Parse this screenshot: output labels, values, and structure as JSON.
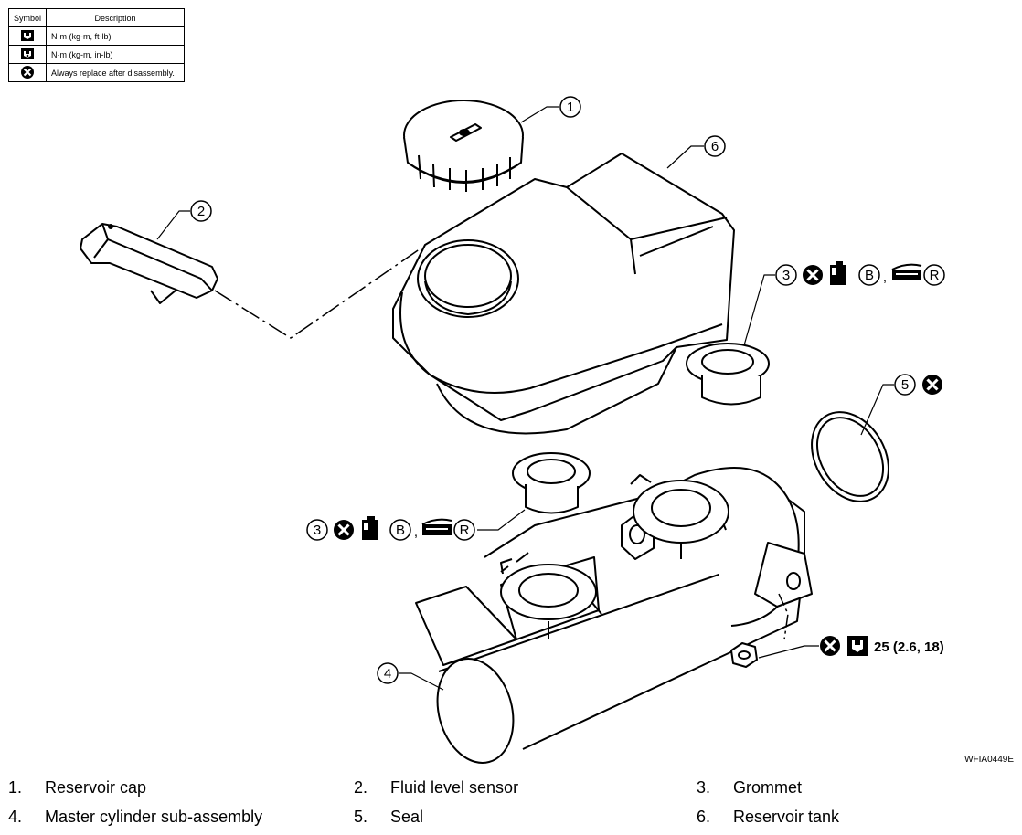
{
  "legend": {
    "header_symbol": "Symbol",
    "header_description": "Description",
    "rows": [
      {
        "icon": "torque-wrench-icon",
        "description": "N·m (kg-m, ft-lb)"
      },
      {
        "icon": "torque-wrench-inlb-icon",
        "description": "N·m (kg-m, in-lb)"
      },
      {
        "icon": "replace-x-icon",
        "description": "Always replace after disassembly."
      }
    ]
  },
  "callouts": {
    "c1": "1",
    "c2": "2",
    "c3a": "3",
    "c3b": "3",
    "c4": "4",
    "c5": "5",
    "c6": "6",
    "b_label": "B",
    "r_label": "R",
    "comma": ",",
    "torque_spec": "25 (2.6, 18)"
  },
  "figure_code": "WFIA0449E",
  "parts": [
    {
      "num": "1.",
      "name": "Reservoir cap"
    },
    {
      "num": "2.",
      "name": "Fluid level sensor"
    },
    {
      "num": "3.",
      "name": "Grommet"
    },
    {
      "num": "4.",
      "name": "Master cylinder sub-assembly"
    },
    {
      "num": "5.",
      "name": "Seal"
    },
    {
      "num": "6.",
      "name": "Reservoir tank"
    }
  ]
}
